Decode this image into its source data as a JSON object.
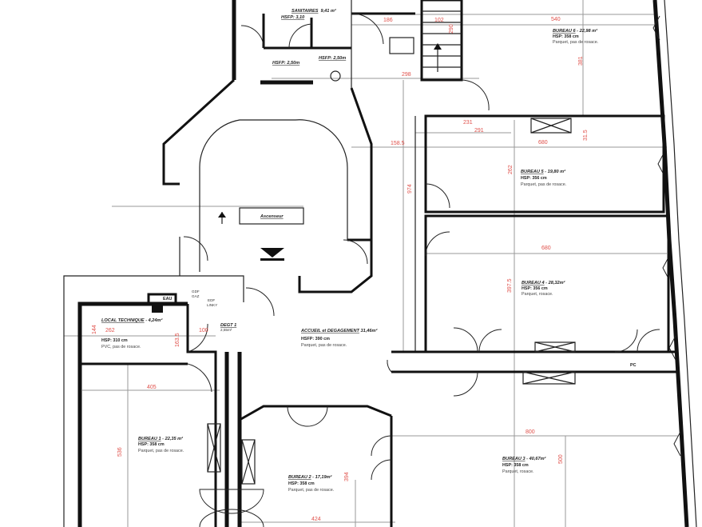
{
  "plan": {
    "rooms": {
      "sanitaires": {
        "title": "SANITAIRES",
        "area": "9,41 m²",
        "hsp": "HSFP: 3,10",
        "hsp_a": "HSFP: 2,50m",
        "hsp_b": "HSFP: 2,50m"
      },
      "bureau6": {
        "title": "BUREAU 6",
        "area": " - 22,98 m²",
        "hsp": "HSP: 358 cm",
        "desc": "Parquet, pas de rosace."
      },
      "bureau5": {
        "title": "BUREAU 5",
        "area": " - 19,80 m²",
        "hsp": "HSP: 356 cm",
        "desc": "Parquet, pas de rosace."
      },
      "bureau4": {
        "title": "BUREAU 4",
        "area": " - 28,32m²",
        "hsp": "HSP: 356 cm",
        "desc": "Parquet, rosace."
      },
      "accueil": {
        "title": "ACCUEIL et DEGAGEMENT",
        "area": " 31,46m²",
        "hsp": "HSFP: 390 cm",
        "desc": "Parquet, pas de rosace."
      },
      "local_technique": {
        "title": "LOCAL TECHNIQUE",
        "area": " - 4,24m²",
        "hsp": "HSP: 310 cm",
        "desc": "PVC, pas de rosace."
      },
      "bureau1": {
        "title": "BUREAU 1",
        "area": " - 22,35 m²",
        "hsp": "HSP: 358 cm",
        "desc": "Parquet, pas de rosace."
      },
      "bureau2": {
        "title": "BUREAU 2",
        "area": " - 17,19m²",
        "hsp": "HSP: 358 cm",
        "desc": "Parquet, pas de rosace."
      },
      "bureau3": {
        "title": "BUREAU 3",
        "area": " - 40,67m²",
        "hsp": "HSP: 358 cm",
        "desc": "Parquet, rosace."
      },
      "degt1": {
        "title": "DEGT 1",
        "area": "2,55m²"
      }
    },
    "labels": {
      "ascenseur": "Ascenseur",
      "eau": "EAU",
      "gdf": "GDF",
      "gaz": "GAZ",
      "edf": "EDF",
      "linky": "LINKY",
      "pc": "PC"
    },
    "dimensions": [
      "186",
      "102",
      "290",
      "298",
      "540",
      "381",
      "231",
      "291",
      "680",
      "31.5",
      "158.5",
      "262",
      "974",
      "680",
      "397.5",
      "262",
      "144",
      "163.5",
      "100",
      "405",
      "536",
      "394",
      "424",
      "800",
      "500"
    ]
  }
}
